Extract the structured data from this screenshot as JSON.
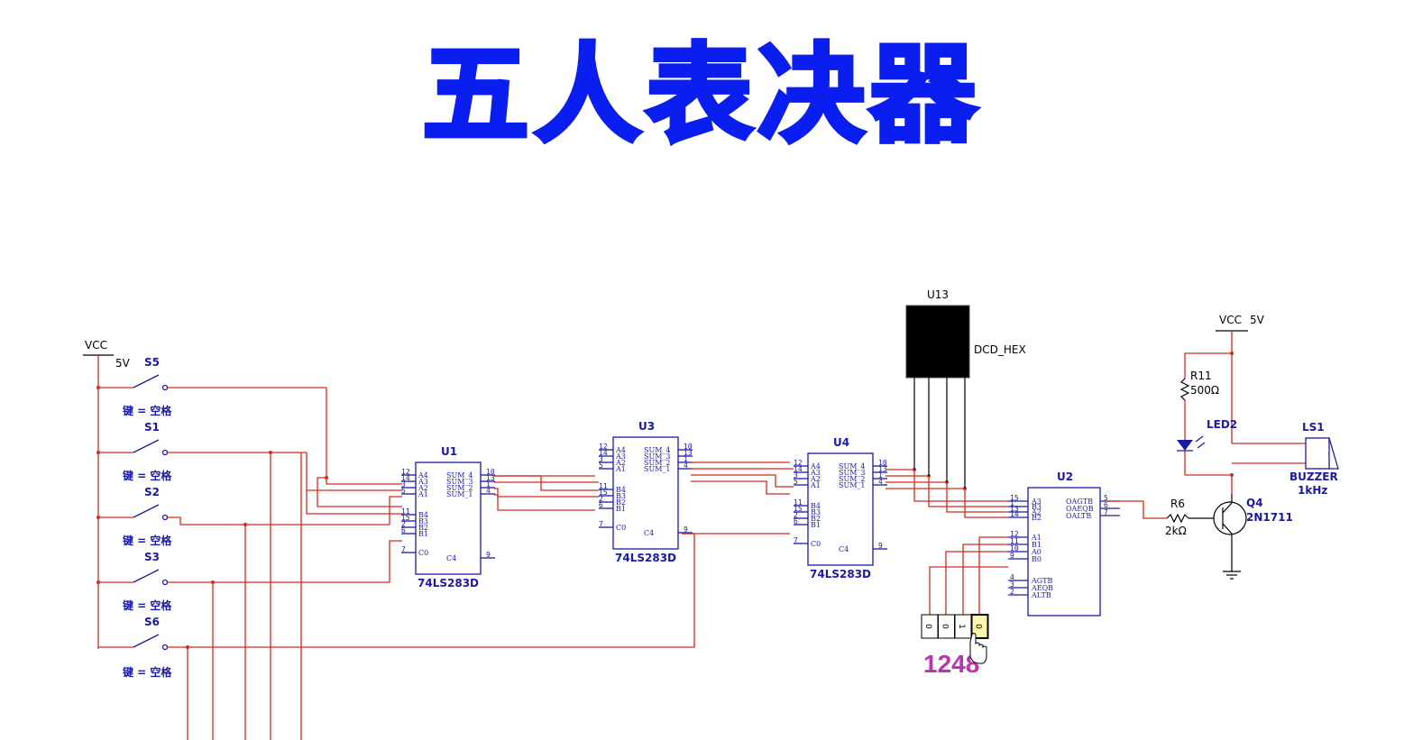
{
  "title": "五人表决器",
  "power": {
    "left": {
      "name": "VCC",
      "value": "5V"
    },
    "right": {
      "name": "VCC",
      "value": "5V"
    }
  },
  "switches": [
    {
      "ref": "S5",
      "key": "键 = 空格"
    },
    {
      "ref": "S1",
      "key": "键 = 空格"
    },
    {
      "ref": "S2",
      "key": "键 = 空格"
    },
    {
      "ref": "S3",
      "key": "键 = 空格"
    },
    {
      "ref": "S6",
      "key": "键 = 空格"
    }
  ],
  "adders": [
    {
      "ref": "U1",
      "part": "74LS283D"
    },
    {
      "ref": "U3",
      "part": "74LS283D"
    },
    {
      "ref": "U4",
      "part": "74LS283D"
    }
  ],
  "adder_pins": {
    "left_nums": [
      "12",
      "14",
      "3",
      "5",
      "11",
      "15",
      "2",
      "6",
      "7"
    ],
    "left_names": [
      "A4",
      "A3",
      "A2",
      "A1",
      "B4",
      "B3",
      "B2",
      "B1",
      "C0"
    ],
    "right_nums": [
      "10",
      "13",
      "1",
      "4",
      "9"
    ],
    "right_names": [
      "SUM_4",
      "SUM_3",
      "SUM_2",
      "SUM_1",
      "C4"
    ]
  },
  "display": {
    "ref": "U13",
    "part": "DCD_HEX"
  },
  "comparator": {
    "ref": "U2",
    "left_nums": [
      "15",
      "1",
      "13",
      "14",
      "12",
      "11",
      "10",
      "9",
      "4",
      "3",
      "2"
    ],
    "left_names": [
      "A3",
      "B3",
      "A2",
      "B2",
      "A1",
      "B1",
      "A0",
      "B0",
      "AGTB",
      "AEQB",
      "ALTB"
    ],
    "right_nums": [
      "5",
      "6",
      "7"
    ],
    "right_names": [
      "OAGTB",
      "OAEQB",
      "OALTB"
    ]
  },
  "dip_switch": {
    "bits": [
      "0",
      "0",
      "1",
      "0"
    ],
    "label": "1248"
  },
  "resistor_r11": {
    "ref": "R11",
    "value": "500Ω"
  },
  "resistor_r6": {
    "ref": "R6",
    "value": "2kΩ"
  },
  "led": {
    "ref": "LED2"
  },
  "buzzer": {
    "ref": "LS1",
    "part": "BUZZER",
    "freq": "1kHz"
  },
  "transistor": {
    "ref": "Q4",
    "part": "2N1711"
  },
  "colors": {
    "title": "#0a1ef0",
    "wire": "#d42b1e",
    "component": "#1a1aa8",
    "dip_label": "#c030b0"
  }
}
